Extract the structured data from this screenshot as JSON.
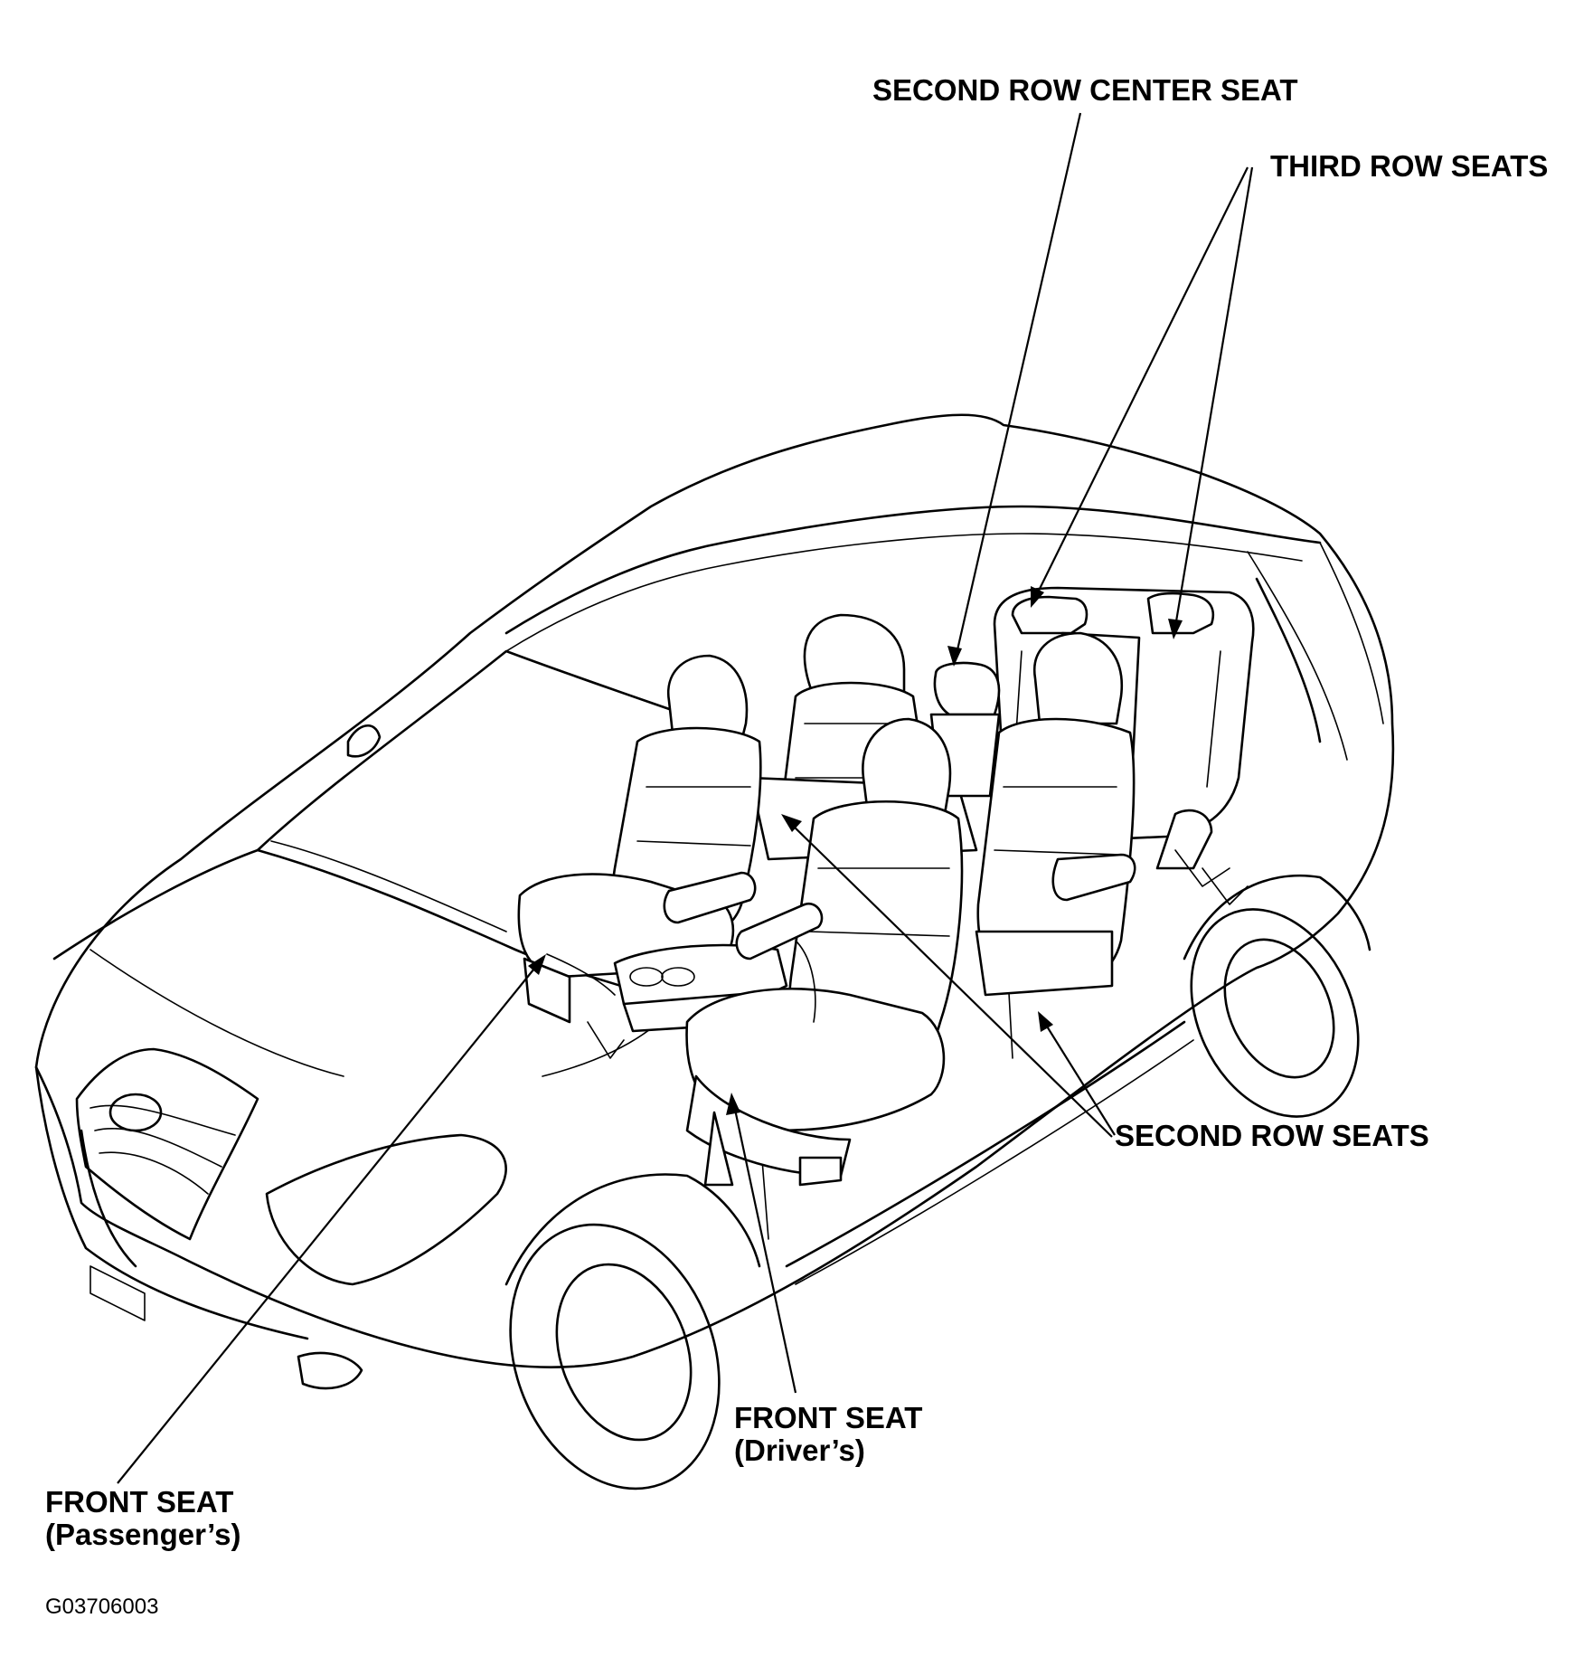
{
  "labels": {
    "second_row_center_seat": "SECOND ROW CENTER SEAT",
    "third_row_seats": "THIRD ROW SEATS",
    "second_row_seats": "SECOND ROW SEATS",
    "front_seat_driver_line1": "FRONT SEAT",
    "front_seat_driver_line2": "(Driver’s)",
    "front_seat_passenger_line1": "FRONT SEAT",
    "front_seat_passenger_line2": "(Passenger’s)"
  },
  "figure_code": "G03706003"
}
